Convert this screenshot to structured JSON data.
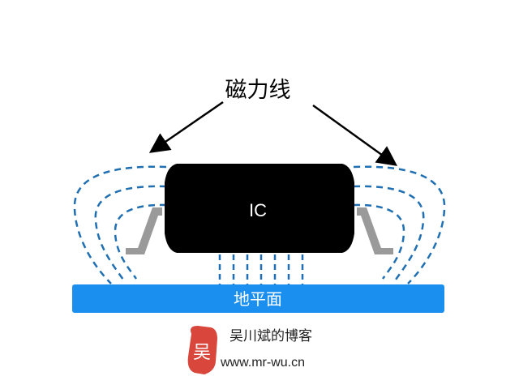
{
  "diagram": {
    "field_label": "磁力线",
    "ic_label": "IC",
    "ground_label": "地平面",
    "colors": {
      "field_line": "#1f6fb2",
      "ic_body": "#000000",
      "ic_leads": "#9a9a9a",
      "ground_plane": "#1a8ff0",
      "ground_text": "#ffffff",
      "arrow": "#000000"
    }
  },
  "watermark": {
    "logo_char": "吴",
    "title": "吴川斌的博客",
    "url": "www.mr-wu.cn",
    "logo_color": "#d8463c"
  }
}
